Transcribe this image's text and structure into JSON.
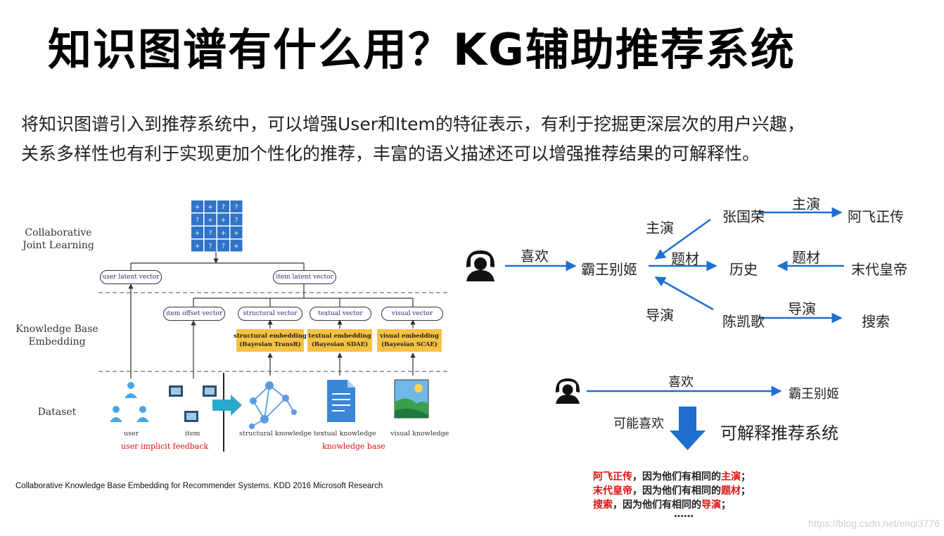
{
  "title": "知识图谱有什么用？KG辅助推荐系统",
  "description": {
    "line1": "将知识图谱引入到推荐系统中，可以增强User和Item的特征表示，有利于挖掘更深层次的用户兴趣，",
    "line2": "关系多样性也有利于实现更加个性化的推荐，丰富的语义描述还可以增强推荐结果的可解释性。"
  },
  "left_figure": {
    "layers": {
      "collab_l1": "Collaborative",
      "collab_l2": "Joint Learning",
      "kb_l1": "Knowledge Base",
      "kb_l2": "Embedding",
      "dataset": "Dataset"
    },
    "matrix_cells": [
      "+",
      "+",
      "?",
      "?",
      "?",
      "+",
      "+",
      "?",
      "+",
      "?",
      "+",
      "+",
      "+",
      "?",
      "?",
      "+"
    ],
    "vectors": {
      "user_latent": "user latent vector",
      "item_latent": "item latent vector",
      "item_offset": "item offset vector",
      "structural": "structural vector",
      "textual": "textual vector",
      "visual": "visual vector"
    },
    "embeddings": {
      "structural_l1": "structural embedding",
      "structural_l2": "(Bayesian TransR)",
      "textual_l1": "textual embedding",
      "textual_l2": "(Bayesian SDAE)",
      "visual_l1": "visual embedding",
      "visual_l2": "(Bayesian SCAE)"
    },
    "data_labels": {
      "user": "user",
      "item": "item",
      "structural": "structural knowledge",
      "textual": "textual knowledge",
      "visual": "visual knowledge",
      "implicit": "user implicit feedback",
      "kb": "knowledge base"
    }
  },
  "citation": "Collaborative Knowledge Base Embedding for Recommender Systems. KDD 2016  Microsoft Research",
  "kg": {
    "like": "喜欢",
    "center": "霸王别姬",
    "zgr": "张国荣",
    "history": "历史",
    "ckg": "陈凯歌",
    "afzz": "阿飞正传",
    "mdhd": "末代皇帝",
    "sousuo": "搜索",
    "rel_star1": "主演",
    "rel_star2": "主演",
    "rel_topic1": "题材",
    "rel_topic2": "题材",
    "rel_dir1": "导演",
    "rel_dir2": "导演"
  },
  "explain": {
    "like": "喜欢",
    "target": "霸王别姬",
    "maybe_like": "可能喜欢",
    "system_label": "可解释推荐系统",
    "r1_item": "阿飞正传",
    "r1_mid": "，因为他们有相同的",
    "r1_rel": "主演",
    "r1_end": "；",
    "r2_item": "末代皇帝",
    "r2_mid": "，因为他们有相同的",
    "r2_rel": "题材",
    "r2_end": "；",
    "r3_item": "搜索",
    "r3_mid": "，因为他们有相同的",
    "r3_rel": "导演",
    "r3_end": "；",
    "ellipsis": "……"
  },
  "watermark": "https://blog.csdn.net/enqi3776",
  "colors": {
    "blue": "#1e6fd0",
    "matrix": "#2f74c8",
    "yellow": "#f5c242",
    "red": "#e01010",
    "icon": "#4aa6e6"
  }
}
